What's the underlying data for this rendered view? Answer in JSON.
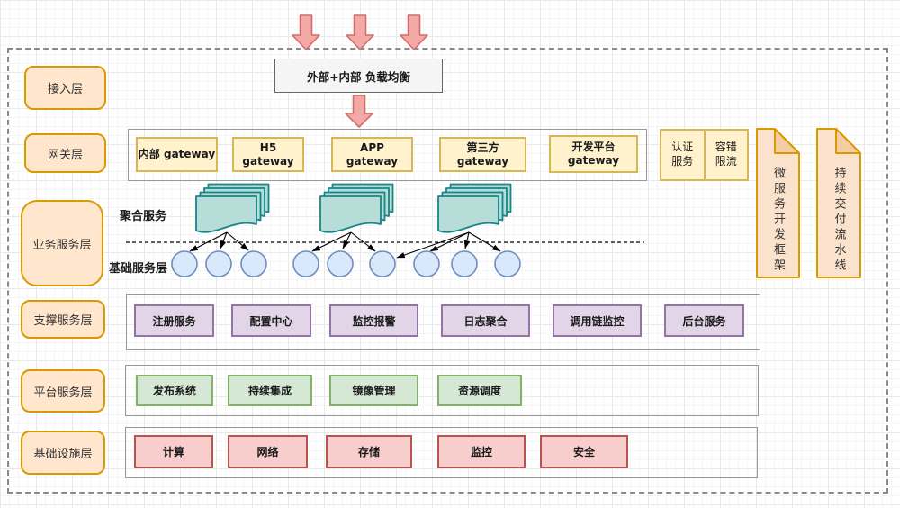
{
  "layers": {
    "access": "接入层",
    "gateway": "网关层",
    "business": "业务服务层",
    "support": "支撑服务层",
    "platform": "平台服务层",
    "infra": "基础设施层"
  },
  "load_balancer": "外部+内部 负载均衡",
  "gateways": [
    "内部 gateway",
    "H5 gateway",
    "APP gateway",
    "第三方 gateway",
    "开发平台\ngateway"
  ],
  "gateway_addons": [
    "认证\n服务",
    "容错\n限流"
  ],
  "side_banners": [
    "微服务开发框架",
    "持续交付流水线"
  ],
  "business_layer": {
    "aggregation": "聚合服务",
    "base": "基础服务层"
  },
  "support_services": [
    "注册服务",
    "配置中心",
    "监控报警",
    "日志聚合",
    "调用链监控",
    "后台服务"
  ],
  "platform_services": [
    "发布系统",
    "持续集成",
    "镜像管理",
    "资源调度"
  ],
  "infrastructure_services": [
    "计算",
    "网络",
    "存储",
    "监控",
    "安全"
  ],
  "colors": {
    "layer_label_fill": "#ffe6cc",
    "layer_label_border": "#d79b00",
    "gateway_fill": "#fff2cc",
    "gateway_border": "#d6b656",
    "banner_fill": "#fbe2cc",
    "banner_border": "#d79b00",
    "stack_fill": "#b6ddd8",
    "stack_border": "#178689",
    "circle_fill": "#dae8fc",
    "circle_border": "#6c8ebf",
    "support_fill": "#e1d5e7",
    "support_border": "#9673a6",
    "platform_fill": "#d5e8d4",
    "platform_border": "#82b366",
    "infra_fill": "#f8cecc",
    "infra_border": "#b85450",
    "arrow_fill": "#f5a9a6",
    "arrow_border": "#cf6e6b",
    "lb_fill": "#f5f5f5"
  }
}
